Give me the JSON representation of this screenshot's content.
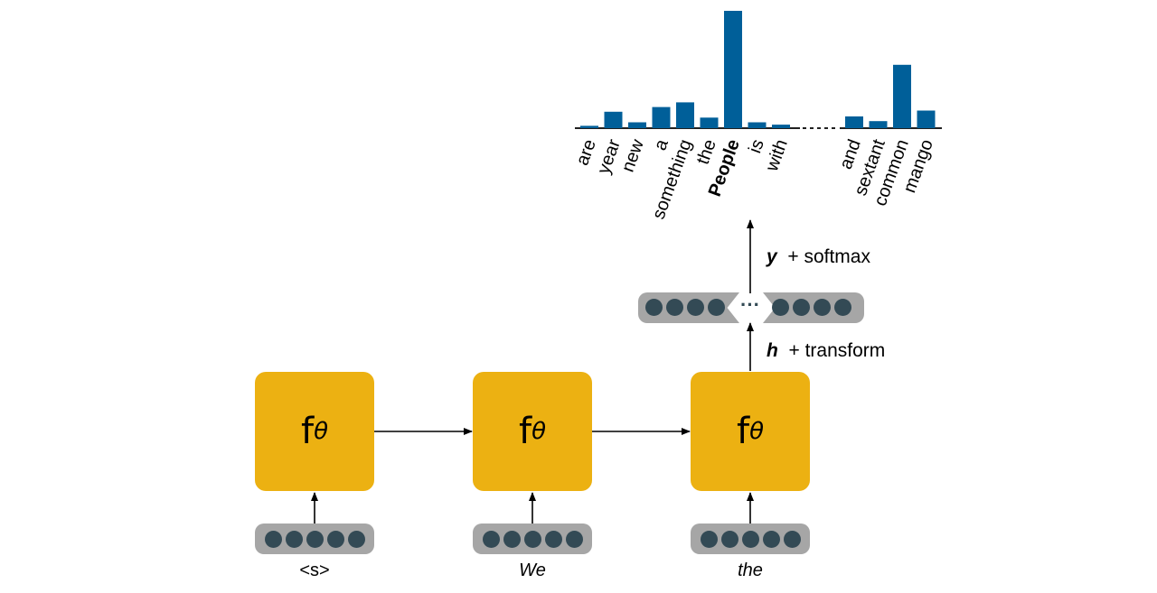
{
  "cells": [
    {
      "symbol": "f",
      "subscript": "θ",
      "input_word": "<s>"
    },
    {
      "symbol": "f",
      "subscript": "θ",
      "input_word": "We"
    },
    {
      "symbol": "f",
      "subscript": "θ",
      "input_word": "the"
    }
  ],
  "labels": {
    "h_var": "h",
    "h_text": "+ transform",
    "y_var": "y",
    "y_text": "+ softmax",
    "ellipsis": "···"
  },
  "colors": {
    "cell": "#ecb112",
    "vector_bg": "#a6a6a6",
    "unit": "#334a55",
    "bar": "#005f99"
  },
  "chart_data": {
    "type": "bar",
    "title": "",
    "xlabel": "",
    "ylabel": "",
    "highlight": "People",
    "categories": [
      "are",
      "year",
      "new",
      "a",
      "something",
      "the",
      "People",
      "is",
      "with",
      "and",
      "sextant",
      "common",
      "mango"
    ],
    "values": [
      0.02,
      0.14,
      0.05,
      0.18,
      0.22,
      0.09,
      1.0,
      0.05,
      0.03,
      0.1,
      0.06,
      0.54,
      0.15
    ],
    "gap_after_index": 8,
    "ylim": [
      0,
      1
    ]
  }
}
